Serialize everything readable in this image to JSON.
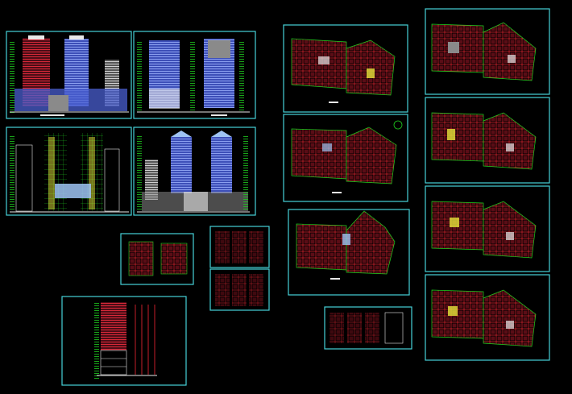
{
  "colors": {
    "background": "#000000",
    "frame": "#45d1d8",
    "grid_green": "#1fd01f",
    "wall_red": "#c41e2a",
    "glass_blue": "#7a90f0",
    "glass_light": "#9fc4f4",
    "white": "#e8e8e8",
    "yellow": "#e6e63a",
    "gray": "#8a8a8a"
  },
  "drawing": {
    "type": "cad-model-space",
    "groups": [
      {
        "kind": "elevations",
        "sheet_count": 4
      },
      {
        "kind": "typical-floor-plans",
        "sheet_count": 2
      },
      {
        "kind": "detail-plans",
        "sheet_count": 3
      },
      {
        "kind": "section",
        "sheet_count": 1
      },
      {
        "kind": "podium-floor-plans",
        "sheet_count": 7
      }
    ],
    "sheet_labels_legible": false
  }
}
